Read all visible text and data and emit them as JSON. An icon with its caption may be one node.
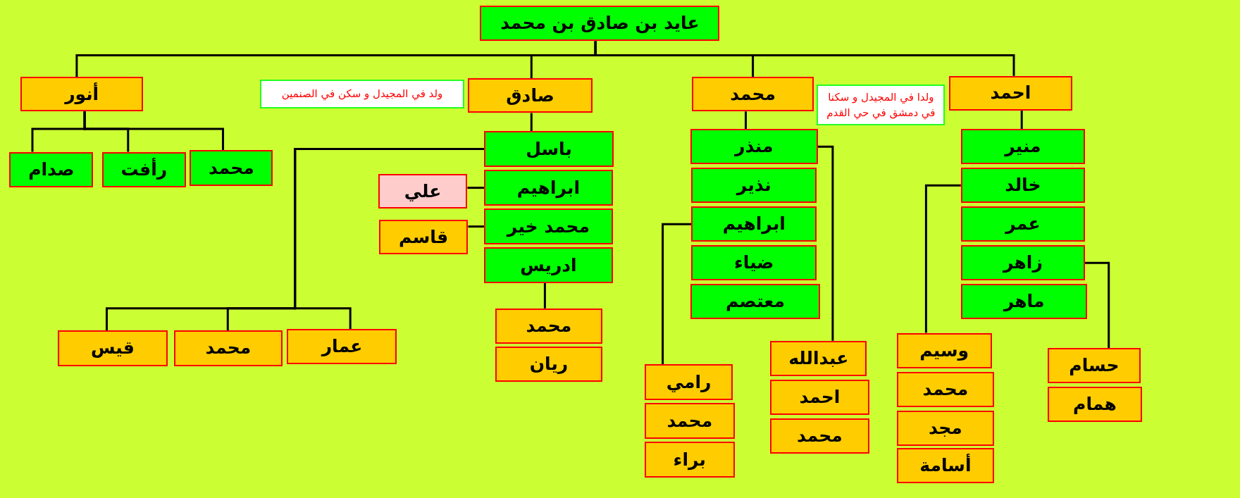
{
  "diagram": {
    "nodes": [
      {
        "text": [
          "عايد بن صادق بن محمد"
        ]
      },
      {
        "text": [
          "احمد"
        ]
      },
      {
        "text": [
          "ولدا في المجيدل و سكنا في دمشق في حي القدم"
        ]
      },
      {
        "text": [
          "محمد"
        ]
      },
      {
        "text": [
          "ولد في المجيدل و سكن في الصنمين"
        ]
      },
      {
        "text": [
          "صادق"
        ]
      },
      {
        "text": [
          "أنور"
        ]
      },
      {
        "text": [
          "منير"
        ]
      },
      {
        "text": [
          "خالد"
        ]
      },
      {
        "text": [
          "عمر"
        ]
      },
      {
        "text": [
          "زاهر"
        ]
      },
      {
        "text": [
          "ماهر"
        ]
      },
      {
        "text": [
          "منذر"
        ]
      },
      {
        "text": [
          "نذير"
        ]
      },
      {
        "text": [
          "ابراهيم"
        ]
      },
      {
        "text": [
          "ضياء"
        ]
      },
      {
        "text": [
          "معتصم"
        ]
      },
      {
        "text": [
          "باسل"
        ]
      },
      {
        "text": [
          "ابراهيم"
        ]
      },
      {
        "text": [
          "محمد خير"
        ]
      },
      {
        "text": [
          "ادريس"
        ]
      },
      {
        "text": [
          "علي"
        ]
      },
      {
        "text": [
          "قاسم"
        ]
      },
      {
        "text": [
          "محمد"
        ]
      },
      {
        "text": [
          "رأفت"
        ]
      },
      {
        "text": [
          "صدام"
        ]
      },
      {
        "text": [
          "حسام"
        ]
      },
      {
        "text": [
          "همام"
        ]
      },
      {
        "text": [
          "وسيم"
        ]
      },
      {
        "text": [
          "محمد"
        ]
      },
      {
        "text": [
          "مجد"
        ]
      },
      {
        "text": [
          "أسامة"
        ]
      },
      {
        "text": [
          "عبدالله"
        ]
      },
      {
        "text": [
          "احمد"
        ]
      },
      {
        "text": [
          "محمد"
        ]
      },
      {
        "text": [
          "رامي"
        ]
      },
      {
        "text": [
          "محمد"
        ]
      },
      {
        "text": [
          "براء"
        ]
      },
      {
        "text": [
          "محمد"
        ]
      },
      {
        "text": [
          "ريان"
        ]
      },
      {
        "text": [
          "عمار"
        ]
      },
      {
        "text": [
          "محمد"
        ]
      },
      {
        "text": [
          "قيس"
        ]
      }
    ],
    "edges": [
      {
        "from": 0,
        "to": 1,
        "arrow": "none"
      },
      {
        "from": 0,
        "to": 3,
        "arrow": "none"
      },
      {
        "from": 0,
        "to": 5,
        "arrow": "none"
      },
      {
        "from": 0,
        "to": 6,
        "arrow": "none"
      },
      {
        "from": 1,
        "to": 7,
        "arrow": "none"
      },
      {
        "from": 3,
        "to": 12,
        "arrow": "none"
      },
      {
        "from": 5,
        "to": 17,
        "arrow": "none"
      },
      {
        "from": 6,
        "to": 23,
        "arrow": "none"
      },
      {
        "from": 6,
        "to": 24,
        "arrow": "none"
      },
      {
        "from": 6,
        "to": 25,
        "arrow": "none"
      },
      {
        "from": 18,
        "to": 21,
        "arrow": "none"
      },
      {
        "from": 19,
        "to": 22,
        "arrow": "none"
      },
      {
        "from": 10,
        "to": 26,
        "arrow": "none"
      },
      {
        "from": 8,
        "to": 28,
        "arrow": "none"
      },
      {
        "from": 12,
        "to": 32,
        "arrow": "none"
      },
      {
        "from": 14,
        "to": 35,
        "arrow": "none"
      },
      {
        "from": 20,
        "to": 38,
        "arrow": "none"
      },
      {
        "from": 17,
        "to": 40,
        "arrow": "none"
      },
      {
        "from": 17,
        "to": 41,
        "arrow": "none"
      },
      {
        "from": 17,
        "to": 42,
        "arrow": "none"
      }
    ]
  }
}
